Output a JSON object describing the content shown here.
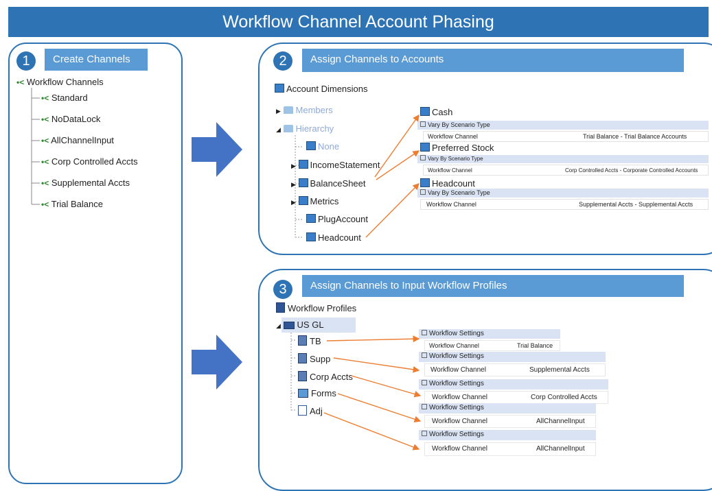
{
  "title": "Workflow Channel Account Phasing",
  "colors": {
    "title_bg": "#2e74b5",
    "step_header": "#5b9bd5",
    "panel_border": "#2e74b5",
    "arrow": "#4472c4",
    "connector": "#ed7d31"
  },
  "step1": {
    "badge": "1",
    "header": "Create Channels",
    "root": "Workflow Channels",
    "items": [
      "Standard",
      "NoDataLock",
      "AllChannelInput",
      "Corp Controlled Accts",
      "Supplemental Accts",
      "Trial Balance"
    ]
  },
  "step2": {
    "badge": "2",
    "header": "Assign Channels to Accounts",
    "root": "Account Dimensions",
    "tree": {
      "members": "Members",
      "hierarchy": "Hierarchy",
      "none": "None",
      "income": "IncomeStatement",
      "balance": "BalanceSheet",
      "metrics": "Metrics",
      "plug": "PlugAccount",
      "headcount": "Headcount"
    },
    "cards": [
      {
        "title": "Cash",
        "section": "Vary By Scenario Type",
        "field": "Workflow Channel",
        "value": "Trial Balance - Trial Balance Accounts"
      },
      {
        "title": "Preferred Stock",
        "section": "Vary By Scenario Type",
        "field": "Workflow Channel",
        "value": "Corp Controlled Accts - Corporate Controlled Accounts"
      },
      {
        "title": "Headcount",
        "section": "Vary By Scenario Type",
        "field": "Workflow Channel",
        "value": "Supplemental Accts - Supplemental Accts"
      }
    ]
  },
  "step3": {
    "badge": "3",
    "header": "Assign Channels to Input Workflow Profiles",
    "root": "Workflow Profiles",
    "entity": "US GL",
    "profiles": [
      "TB",
      "Supp",
      "Corp Accts",
      "Forms",
      "Adj"
    ],
    "cards": [
      {
        "section": "Workflow Settings",
        "field": "Workflow Channel",
        "value": "Trial Balance"
      },
      {
        "section": "Workflow Settings",
        "field": "Workflow Channel",
        "value": "Supplemental Accts"
      },
      {
        "section": "Workflow Settings",
        "field": "Workflow Channel",
        "value": "Corp Controlled Accts"
      },
      {
        "section": "Workflow Settings",
        "field": "Workflow Channel",
        "value": "AllChannelInput"
      },
      {
        "section": "Workflow Settings",
        "field": "Workflow Channel",
        "value": "AllChannelInput"
      }
    ]
  }
}
